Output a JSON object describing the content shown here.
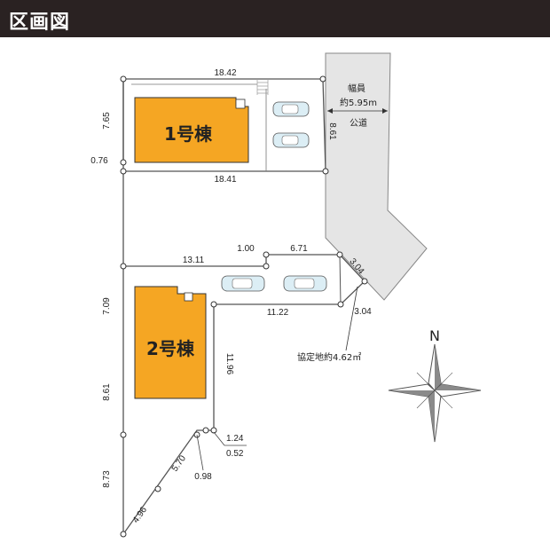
{
  "header": {
    "title": "区画図"
  },
  "houses": {
    "house1": "1号棟",
    "house2": "2号棟"
  },
  "road": {
    "width_label": "幅員",
    "width_value": "約5.95m",
    "type": "公道"
  },
  "setback_label": "協定地約4.62㎡",
  "compass_label": "N",
  "dimensions": {
    "top": "18.42",
    "lot1_left": "7.65",
    "lot1_right": "8.61",
    "left_offset": "0.76",
    "middle": "18.41",
    "upper_left": "13.11",
    "small_top": "1.00",
    "drive_top": "6.71",
    "diag_right": "3.04",
    "diag_right_lower": "3.04",
    "drive_bottom": "11.22",
    "lot2_left_upper": "7.09",
    "lot2_left_lower": "8.61",
    "flag_pole": "11.96",
    "bottom_left": "8.73",
    "notch_a": "1.24",
    "notch_b": "0.52",
    "notch_c": "0.98",
    "diag_upper": "5.70",
    "diag_lower": "4.96"
  },
  "colors": {
    "header": "#2a2222",
    "building": "#f5a623",
    "road": "#e5e5e5",
    "line": "#555555"
  }
}
